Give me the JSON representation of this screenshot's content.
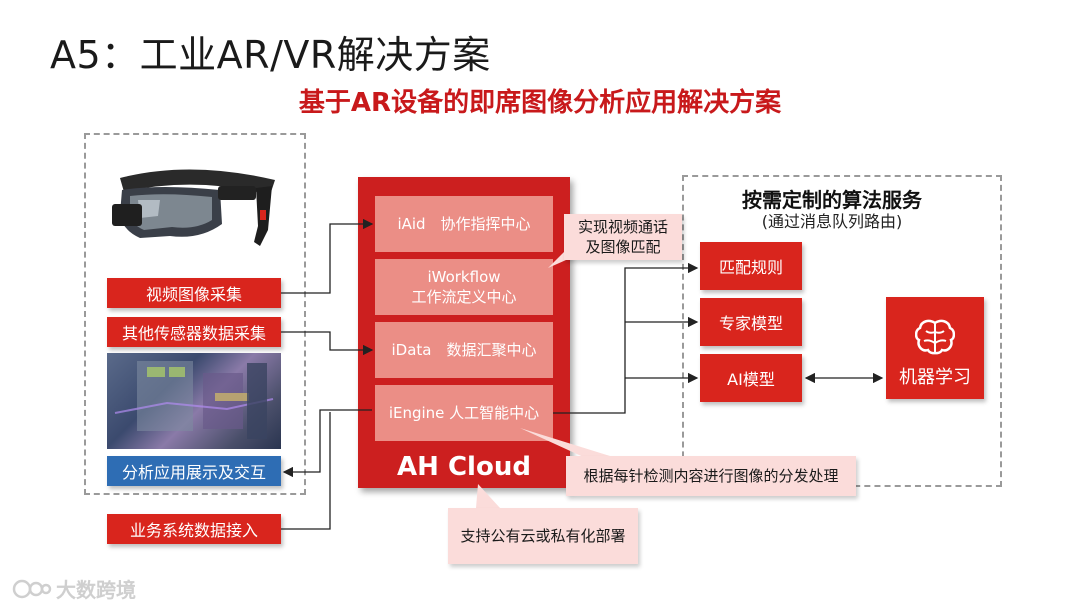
{
  "header": {
    "title": "A5：工业AR/VR解决方案",
    "subtitle": "基于AR设备的即席图像分析应用解决方案"
  },
  "left_panel": {
    "video_capture": "视频图像采集",
    "sensor_capture": "其他传感器数据采集",
    "analysis_display": "分析应用展示及交互",
    "business_data": "业务系统数据接入"
  },
  "cloud": {
    "label": "AH Cloud",
    "modules": [
      {
        "line1": "iAid　协作指挥中心",
        "line2": ""
      },
      {
        "line1": "iWorkflow",
        "line2": "工作流定义中心"
      },
      {
        "line1": "iData　数据汇聚中心",
        "line2": ""
      },
      {
        "line1": "iEngine 人工智能中心",
        "line2": ""
      }
    ]
  },
  "callouts": {
    "video_call": {
      "line1": "实现视频通话",
      "line2": "及图像匹配"
    },
    "dispatch": "根据每针检测内容进行图像的分发处理",
    "deploy": "支持公有云或私有化部署"
  },
  "services": {
    "title": "按需定制的算法服务",
    "subtitle": "(通过消息队列路由)",
    "items": [
      "匹配规则",
      "专家模型",
      "AI模型"
    ],
    "ml_label": "机器学习"
  },
  "watermark": "大数跨境",
  "colors": {
    "brand_red": "#d9251d",
    "blue": "#2e6db4",
    "callout_pink": "#fbdcda"
  }
}
